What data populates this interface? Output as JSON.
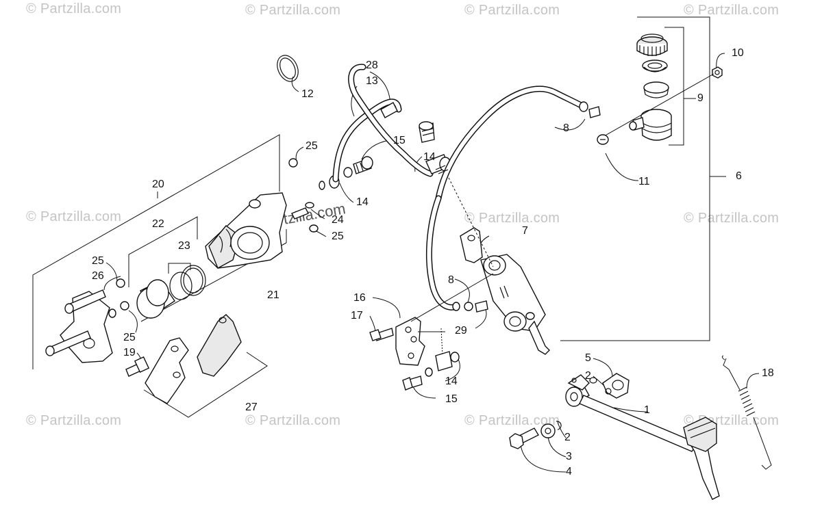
{
  "watermark": {
    "text": "© Partzilla.com",
    "center_text": "© Partzilla.com"
  },
  "callouts": [
    {
      "id": "c1",
      "label": "1"
    },
    {
      "id": "c2a",
      "label": "2"
    },
    {
      "id": "c2b",
      "label": "2"
    },
    {
      "id": "c3",
      "label": "3"
    },
    {
      "id": "c4",
      "label": "4"
    },
    {
      "id": "c5",
      "label": "5"
    },
    {
      "id": "c6",
      "label": "6"
    },
    {
      "id": "c7",
      "label": "7"
    },
    {
      "id": "c8a",
      "label": "8"
    },
    {
      "id": "c8b",
      "label": "8"
    },
    {
      "id": "c9",
      "label": "9"
    },
    {
      "id": "c10",
      "label": "10"
    },
    {
      "id": "c11",
      "label": "11"
    },
    {
      "id": "c12",
      "label": "12"
    },
    {
      "id": "c13",
      "label": "13"
    },
    {
      "id": "c14a",
      "label": "14"
    },
    {
      "id": "c14b",
      "label": "14"
    },
    {
      "id": "c14c",
      "label": "14"
    },
    {
      "id": "c15a",
      "label": "15"
    },
    {
      "id": "c15b",
      "label": "15"
    },
    {
      "id": "c16",
      "label": "16"
    },
    {
      "id": "c17",
      "label": "17"
    },
    {
      "id": "c18",
      "label": "18"
    },
    {
      "id": "c19",
      "label": "19"
    },
    {
      "id": "c20",
      "label": "20"
    },
    {
      "id": "c21",
      "label": "21"
    },
    {
      "id": "c22",
      "label": "22"
    },
    {
      "id": "c23",
      "label": "23"
    },
    {
      "id": "c24",
      "label": "24"
    },
    {
      "id": "c25a",
      "label": "25"
    },
    {
      "id": "c25b",
      "label": "25"
    },
    {
      "id": "c25c",
      "label": "25"
    },
    {
      "id": "c25d",
      "label": "25"
    },
    {
      "id": "c26",
      "label": "26"
    },
    {
      "id": "c27",
      "label": "27"
    },
    {
      "id": "c28",
      "label": "28"
    },
    {
      "id": "c29",
      "label": "29"
    }
  ]
}
